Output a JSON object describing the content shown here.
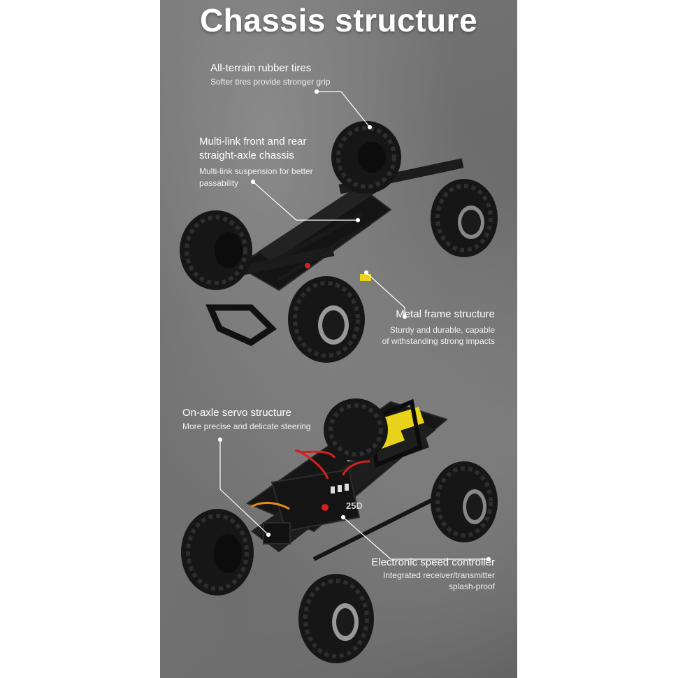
{
  "title": "Chassis structure",
  "features": [
    {
      "title": "All-terrain rubber tires",
      "subtitle": [
        "Softer tires provide stronger grip"
      ]
    },
    {
      "title": [
        "Multi-link front and rear",
        "straight-axle chassis"
      ],
      "subtitle": [
        "Multi-link suspension for better",
        "passability"
      ]
    },
    {
      "title": "Metal frame structure",
      "subtitle": [
        "Sturdy and durable, capable",
        "of withstanding strong impacts"
      ]
    },
    {
      "title": "On-axle servo structure",
      "subtitle": [
        "More precise and delicate steering"
      ]
    },
    {
      "title": "Electronic speed controller",
      "subtitle": [
        "Integrated receiver/transmitter",
        "splash-proof"
      ]
    }
  ],
  "esc_label": "25D",
  "colors": {
    "tire": "#1a1a1a",
    "battery": "#e8d21a",
    "wire_red": "#d42020",
    "callout": "#ffffff"
  }
}
